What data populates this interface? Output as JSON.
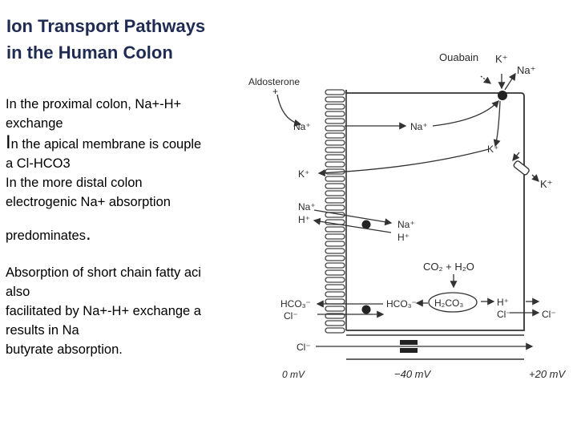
{
  "slide": {
    "title_line1": "Ion Transport Pathways",
    "title_line2": "in the Human Colon",
    "text": {
      "line1": "In the proximal colon, Na+-H+",
      "line2": "exchange",
      "line3_cap": "I",
      "line3_rest": "n the apical membrane is couple",
      "line4": "a Cl-HCO3",
      "line5": "In the more distal colon",
      "line6": "electrogenic Na+ absorption",
      "line7": "predominates",
      "line7_dot": ".",
      "line8": "Absorption of short chain fatty aci",
      "line9": "also",
      "line10": "facilitated by Na+-H+ exchange a",
      "line11": "results in Na",
      "line12": "butyrate absorption."
    }
  },
  "diagram": {
    "labels": {
      "ouabain": "Ouabain",
      "k_top": "K⁺",
      "na_top": "Na⁺",
      "aldosterone": "Aldosterone",
      "plus": "+",
      "na_lumen": "Na⁺",
      "na_cell": "Na⁺",
      "k_cell": "K⁺",
      "k_lumen": "K⁺",
      "k_baso": "K⁺",
      "na_h_lumen_na": "Na⁺",
      "na_h_lumen_h": "H⁺",
      "na_h_cell_na": "Na⁺",
      "na_h_cell_h": "H⁺",
      "co2_h2o": "CO₂ + H₂O",
      "hco3_lumen": "HCO₃⁻",
      "cl_lumen": "Cl⁻",
      "hco3_cell": "HCO₃⁻",
      "h2co3": "H₂CO₃",
      "h_right": "H⁺",
      "cl_right_cell": "Cl⁻",
      "cl_right_out": "Cl⁻",
      "cl_lower_lumen": "Cl⁻",
      "v_lumen": "0 mV",
      "v_cell": "−40 mV",
      "v_blood": "+20 mV"
    }
  }
}
